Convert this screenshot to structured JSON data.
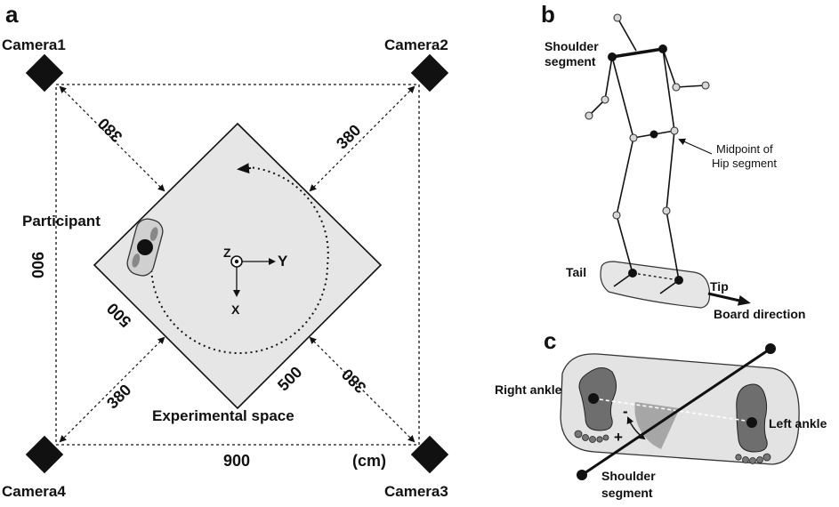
{
  "panels": {
    "a": "a",
    "b": "b",
    "c": "c"
  },
  "panel_a": {
    "cameras": [
      "Camera1",
      "Camera2",
      "Camera3",
      "Camera4"
    ],
    "dim_380": "380",
    "dim_900": "900",
    "dim_500": "500",
    "unit": "(cm)",
    "participant": "Participant",
    "experimental_space": "Experimental space",
    "axis_z": "Z",
    "axis_y": "Y",
    "axis_x": "X"
  },
  "panel_b": {
    "shoulder_line1": "Shoulder",
    "shoulder_line2": "segment",
    "midpoint_line1": "Midpoint of",
    "midpoint_line2": "Hip segment",
    "tail": "Tail",
    "tip": "Tip",
    "board_direction": "Board direction"
  },
  "panel_c": {
    "right_ankle": "Right ankle",
    "left_ankle": "Left ankle",
    "minus": "-",
    "plus": "+",
    "shoulder_line1": "Shoulder",
    "shoulder_line2": "segment"
  },
  "colors": {
    "space_fill": "#e6e6e6",
    "board_fill": "#dcdcdc",
    "foot_fill": "#6e6e6e",
    "ink": "#111111"
  }
}
